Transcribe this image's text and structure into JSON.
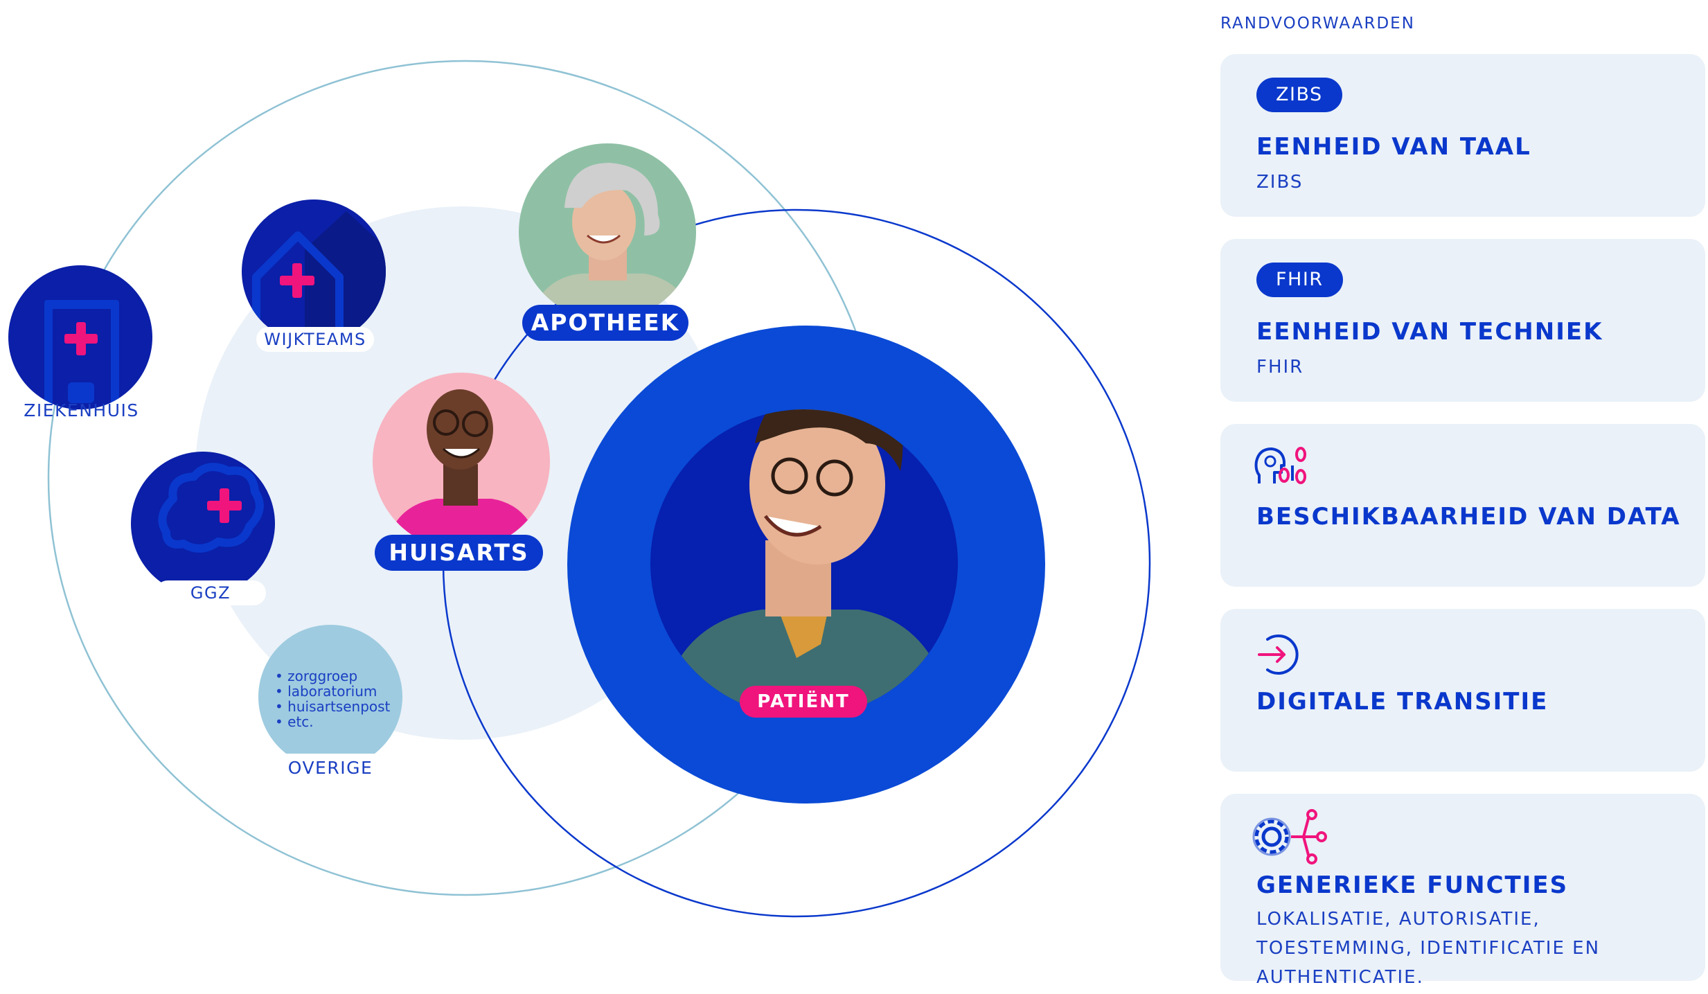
{
  "left_diagram": {
    "nodes": {
      "ziekenhuis": "ZIEKENHUIS",
      "wijkteams": "WIJKTEAMS",
      "ggz": "GGZ",
      "overige": "OVERIGE",
      "overige_items": [
        "zorggroep",
        "laboratorium",
        "huisartsenpost",
        "etc."
      ],
      "apotheek": "APOTHEEK",
      "huisarts": "HUISARTS",
      "patient": "PATIËNT"
    },
    "icons": {
      "ziekenhuis": "hospital-door-cross-icon",
      "wijkteams": "house-cross-icon",
      "ggz": "speech-bubble-cross-icon"
    },
    "photos": {
      "apotheek": "smiling-grey-haired-woman",
      "huisarts": "smiling-man-glasses-pink-shirt",
      "patient": "laughing-young-man-glasses"
    }
  },
  "right_panel": {
    "heading": "RANDVOORWAARDEN",
    "cards": [
      {
        "badge": "ZIBS",
        "title": "EENHEID VAN TAAL",
        "subtitle": "ZIBS"
      },
      {
        "badge": "FHIR",
        "title": "EENHEID VAN TECHNIEK",
        "subtitle": "FHIR"
      },
      {
        "icon": "head-binary-data-icon",
        "title": "BESCHIKBAARHEID VAN DATA"
      },
      {
        "icon": "arrow-into-circle-icon",
        "title": "DIGITALE TRANSITIE"
      },
      {
        "icon": "gear-network-icon",
        "title": "GENERIEKE FUNCTIES",
        "subtitle": "LOKALISATIE, AUTORISATIE, TOESTEMMING, IDENTIFICATIE EN AUTHENTICATIE."
      }
    ]
  },
  "colors": {
    "primary_blue": "#0a38cc",
    "dark_blue": "#0b1fa8",
    "deep_blue": "#0a22b0",
    "accent_pink": "#f0147d",
    "light_circle": "#eaf1f8",
    "outline_teal": "#8fc2d4",
    "overige_fill": "#9ecbe0",
    "card_bg": "#eaf1f8"
  }
}
